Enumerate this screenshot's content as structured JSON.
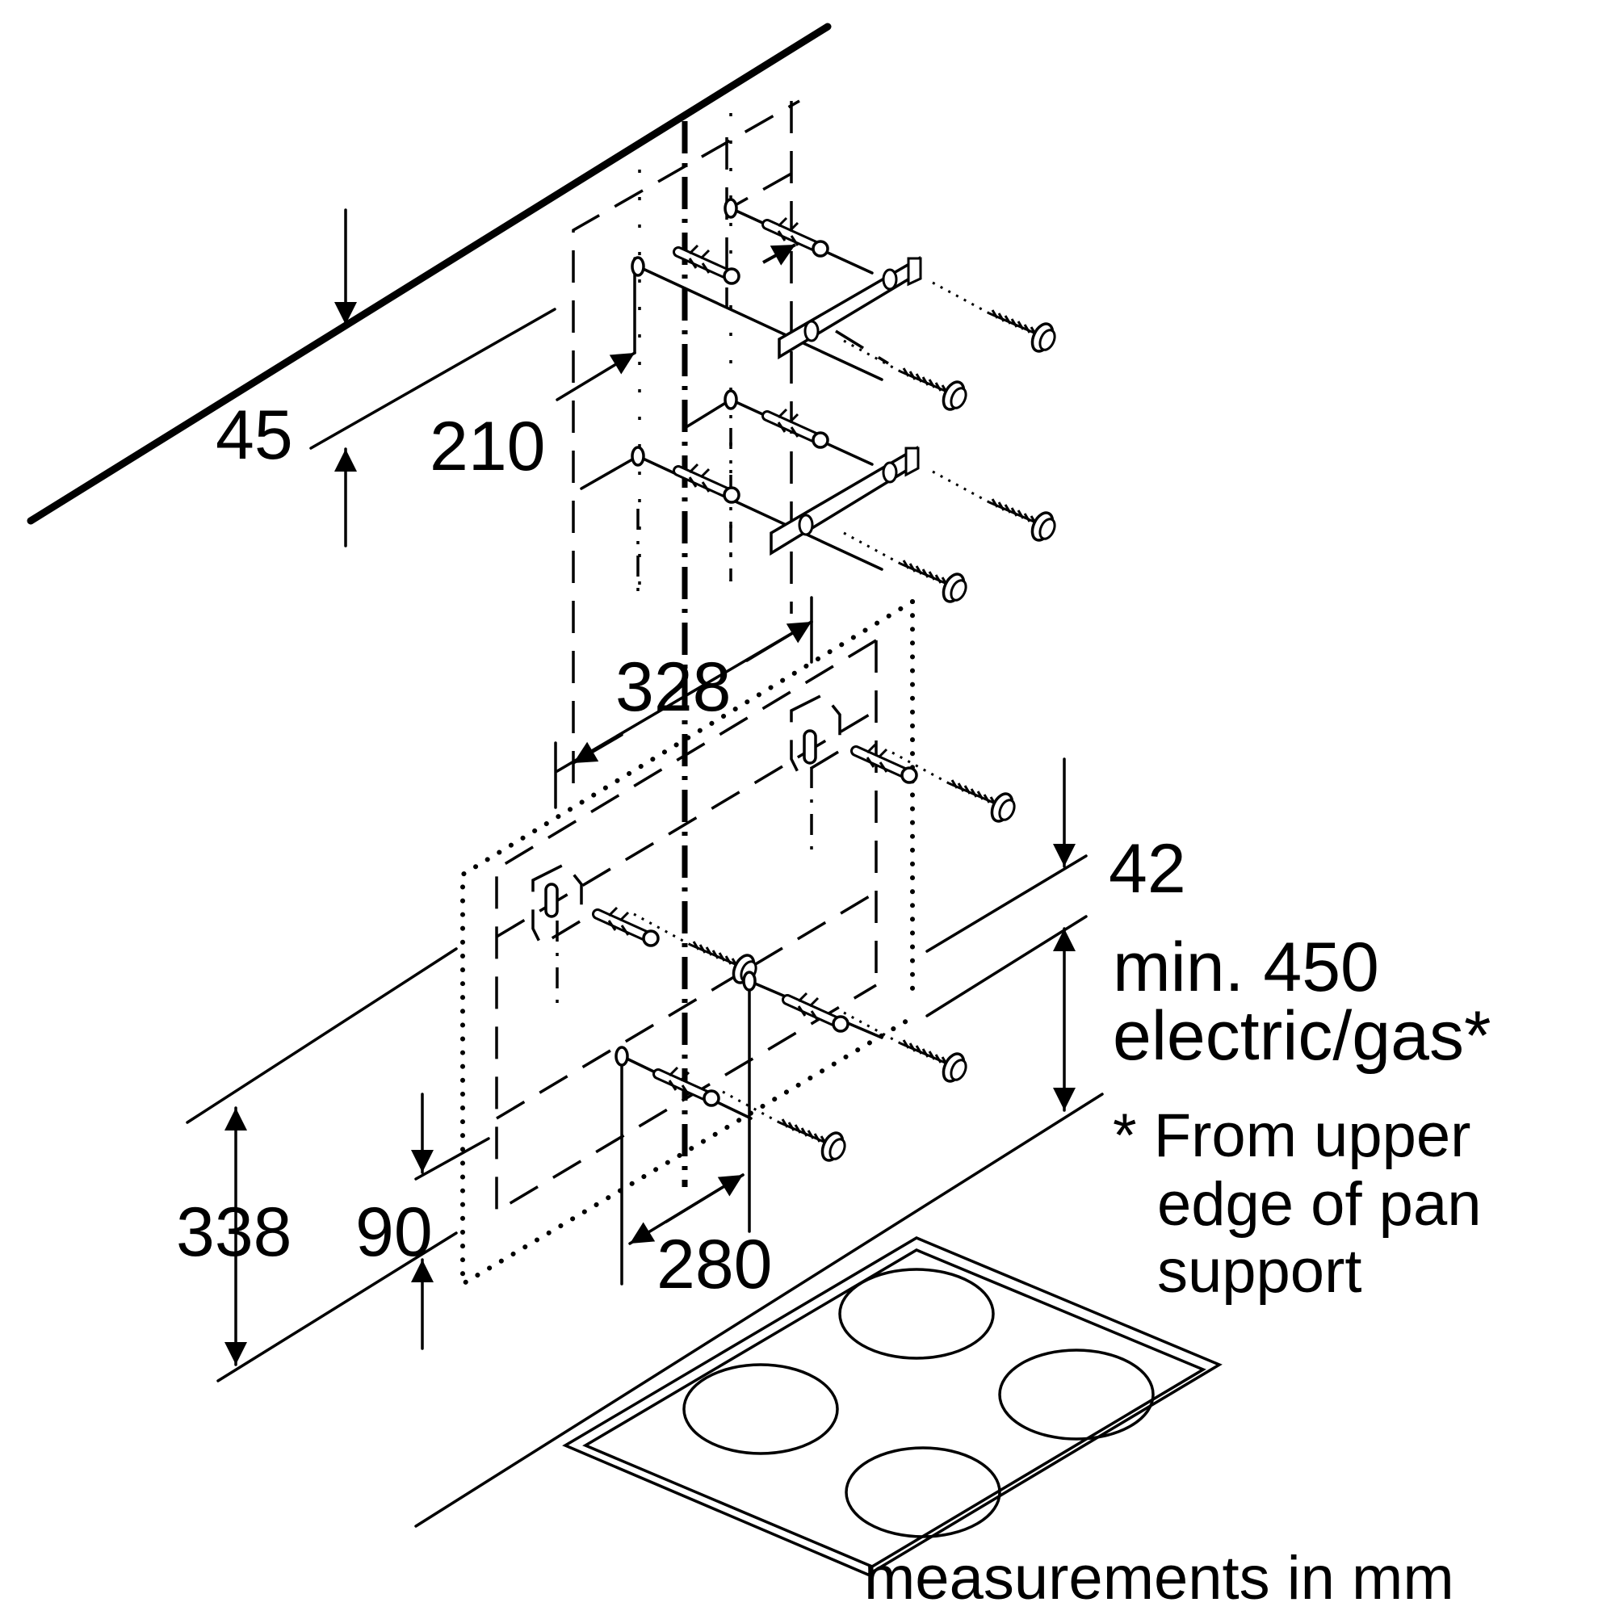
{
  "dimensions": {
    "d45": "45",
    "d210": "210",
    "d328": "328",
    "d42": "42",
    "d338": "338",
    "d90": "90",
    "d280": "280"
  },
  "notes": {
    "min_line1": "min. 450",
    "min_line2": "electric/gas*",
    "footnote_line1": "* From upper",
    "footnote_line2": "edge of pan",
    "footnote_line3": "support",
    "units": "measurements in mm"
  }
}
